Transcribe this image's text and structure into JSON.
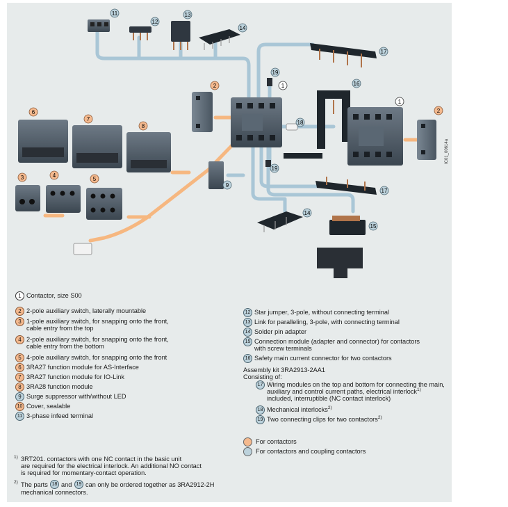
{
  "colors": {
    "orange_line": "#f6b780",
    "blue_line": "#a9c6d6",
    "device": "#45525d",
    "background": "#e7ebeb"
  },
  "diagram_code": "IC01_00614a",
  "callouts": {
    "c1a": "1",
    "c1b": "1",
    "c2a": "2",
    "c2b": "2",
    "c3": "3",
    "c4": "4",
    "c5": "5",
    "c6": "6",
    "c7": "7",
    "c8": "8",
    "c9": "9",
    "c11": "11",
    "c12": "12",
    "c13": "13",
    "c14a": "14",
    "c14b": "14",
    "c15": "15",
    "c16": "16",
    "c17a": "17",
    "c17b": "17",
    "c18": "18",
    "c19a": "19",
    "c19b": "19"
  },
  "legend_left": [
    {
      "num": "1",
      "style": "w",
      "lines": [
        "Contactor, size S00"
      ]
    },
    {
      "num": "2",
      "style": "o",
      "lines": [
        "2-pole auxiliary switch, laterally mountable"
      ]
    },
    {
      "num": "3",
      "style": "o",
      "lines": [
        "1-pole auxiliary switch, for snapping onto the front,",
        "cable entry from the top"
      ]
    },
    {
      "num": "4",
      "style": "o",
      "lines": [
        "2-pole auxiliary switch, for snapping onto the front,",
        "cable entry from the bottom"
      ]
    },
    {
      "num": "5",
      "style": "o",
      "lines": [
        "4-pole auxiliary switch, for snapping onto the front"
      ]
    },
    {
      "num": "6",
      "style": "o",
      "lines": [
        "3RA27 function module for AS-Interface"
      ]
    },
    {
      "num": "7",
      "style": "o",
      "lines": [
        "3RA27 function module for IO-Link"
      ]
    },
    {
      "num": "8",
      "style": "o",
      "lines": [
        "3RA28 function module"
      ]
    },
    {
      "num": "9",
      "style": "b",
      "lines": [
        "Surge suppressor with/without LED"
      ]
    },
    {
      "num": "10",
      "style": "o",
      "lines": [
        "Cover, sealable"
      ]
    },
    {
      "num": "11",
      "style": "b",
      "lines": [
        "3-phase infeed terminal"
      ]
    }
  ],
  "legend_right": [
    {
      "num": "12",
      "style": "b",
      "lines": [
        "Star jumper, 3-pole, without connecting terminal"
      ]
    },
    {
      "num": "13",
      "style": "b",
      "lines": [
        "Link for paralleling, 3-pole, with connecting terminal"
      ]
    },
    {
      "num": "14",
      "style": "b",
      "lines": [
        "Solder pin adapter"
      ]
    },
    {
      "num": "15",
      "style": "b",
      "lines": [
        "Connection module (adapter and connector) for contactors",
        "with screw terminals"
      ]
    },
    {
      "num": "16",
      "style": "b",
      "lines": [
        "Safety main current connector for two contactors"
      ]
    }
  ],
  "assembly": {
    "title": "Assembly kit 3RA2913-2AA1",
    "consisting": "Consisting of:",
    "item17_line1": "Wiring modules on the top and bottom for connecting the main,",
    "item17_line2": "auxiliary and control current paths, electrical interlock",
    "item17_line3": "included, interruptible (NC contact interlock)",
    "item17_sup": "1)",
    "item18": "Mechanical interlocks",
    "item18_sup": "2)",
    "item19": "Two connecting clips for two contactors",
    "item19_sup": "2)",
    "num17": "17",
    "num18": "18",
    "num19": "19"
  },
  "key": {
    "for_contactors": "For contactors",
    "for_contactors_coupling": "For contactors and coupling contactors"
  },
  "footnotes": {
    "f1_mark": "1)",
    "f1_line1": "3RT201. contactors with one NC contact in the basic unit",
    "f1_line2": "are required for the electrical interlock. An additional NO contact",
    "f1_line3": "is required for momentary-contact operation.",
    "f2_mark": "2)",
    "f2_a": "The parts",
    "f2_n1": "18",
    "f2_and": "and",
    "f2_n2": "19",
    "f2_b": "can only be ordered together as 3RA2912-2H",
    "f2_line2": "mechanical connectors."
  }
}
